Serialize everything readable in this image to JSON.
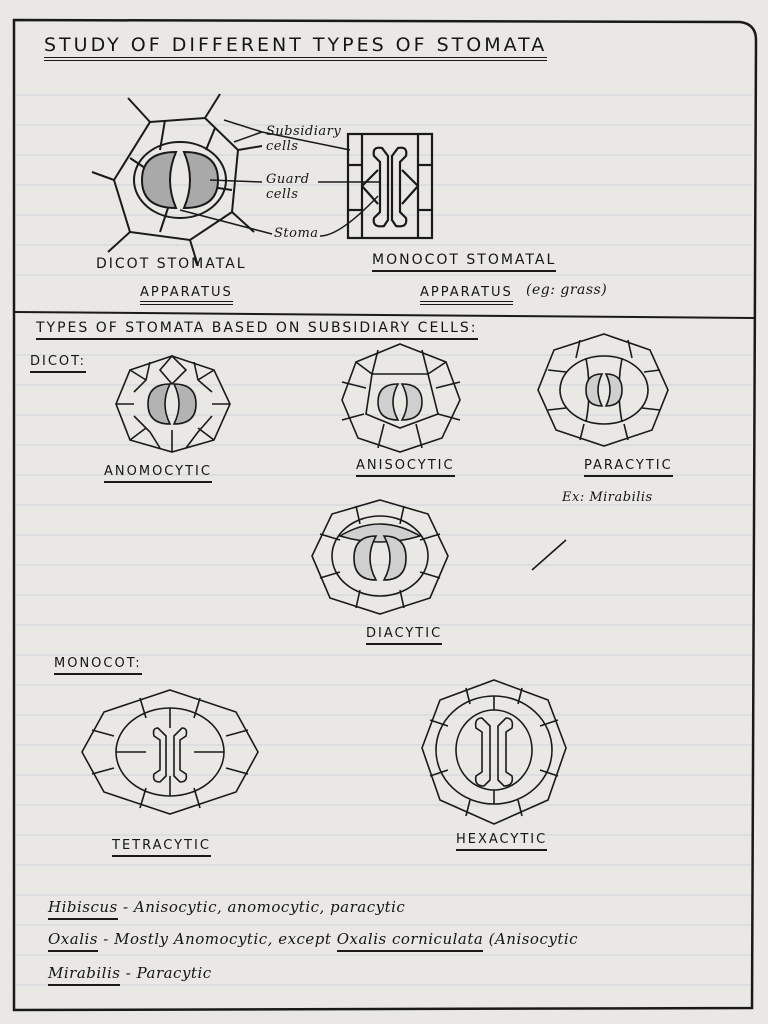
{
  "title": "Study Of Different Types Of Stomata",
  "top": {
    "callouts": {
      "subsidiary": "Subsidiary cells",
      "guard": "Guard cells",
      "stoma": "Stoma"
    },
    "dicot_caption_1": "Dicot Stomatal",
    "dicot_caption_2": "Apparatus",
    "monocot_caption_1": "Monocot Stomatal",
    "monocot_caption_2": "Apparatus",
    "monocot_example": "(eg: grass)"
  },
  "section_heading": "Types Of Stomata Based On Subsidiary Cells:",
  "dicot": {
    "heading": "Dicot:",
    "types": {
      "anomocytic": "Anomocytic",
      "anisocytic": "Anisocytic",
      "paracytic": "Paracytic",
      "paracytic_example": "Ex: Mirabilis",
      "diacytic": "Diacytic"
    }
  },
  "monocot": {
    "heading": "Monocot:",
    "types": {
      "tetracytic": "Tetracytic",
      "hexacytic": "Hexacytic"
    }
  },
  "notes": [
    {
      "plant": "Hibiscus",
      "text": "- Anisocytic, anomocytic, paracytic"
    },
    {
      "plant": "Oxalis",
      "text": "- Mostly Anomocytic, except",
      "highlight": "Oxalis corniculata",
      "tail": "(Anisocytic"
    },
    {
      "plant": "Mirabilis",
      "text": "- Paracytic"
    }
  ]
}
